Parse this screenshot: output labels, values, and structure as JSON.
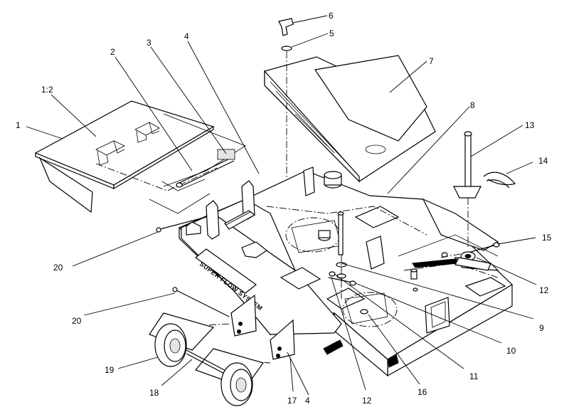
{
  "diagram": {
    "type": "exploded-parts-diagram",
    "deck_label": "SUPER FLOW SYSTEM",
    "callouts": [
      {
        "id": "c1",
        "text": "1"
      },
      {
        "id": "c1-2",
        "text": "1:2"
      },
      {
        "id": "c2",
        "text": "2"
      },
      {
        "id": "c3",
        "text": "3"
      },
      {
        "id": "c4a",
        "text": "4"
      },
      {
        "id": "c4b",
        "text": "4"
      },
      {
        "id": "c5",
        "text": "5"
      },
      {
        "id": "c6",
        "text": "6"
      },
      {
        "id": "c7",
        "text": "7"
      },
      {
        "id": "c8",
        "text": "8"
      },
      {
        "id": "c9",
        "text": "9"
      },
      {
        "id": "c10",
        "text": "10"
      },
      {
        "id": "c11",
        "text": "11"
      },
      {
        "id": "c12a",
        "text": "12"
      },
      {
        "id": "c12b",
        "text": "12"
      },
      {
        "id": "c13",
        "text": "13"
      },
      {
        "id": "c14",
        "text": "14"
      },
      {
        "id": "c15",
        "text": "15"
      },
      {
        "id": "c16",
        "text": "16"
      },
      {
        "id": "c17",
        "text": "17"
      },
      {
        "id": "c18",
        "text": "18"
      },
      {
        "id": "c19",
        "text": "19"
      },
      {
        "id": "c20a",
        "text": "20"
      },
      {
        "id": "c20b",
        "text": "20"
      }
    ]
  }
}
